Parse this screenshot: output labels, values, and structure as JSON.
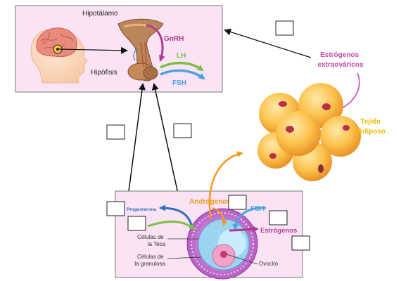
{
  "brain_panel": {
    "hypothalamus_label": "Hipotálamo",
    "pituitary_label": "Hipófisis",
    "gnrh_label": "GnRH",
    "lh_label": "LH",
    "fsh_label": "FSH"
  },
  "adipose": {
    "extraovarian_estrogens_label": "Estrógenos\nextraováricos",
    "tissue_label": "Tejido\nAdiposo"
  },
  "ovary_panel": {
    "progesterone_label": "Progesterona",
    "androgens_label": "Andrógenos",
    "fsh_label": "FSH",
    "estrogens_label": "Estrógenos",
    "theca_cells_label": "Células de\nla Teca",
    "granulosa_cells_label": "Células de\nla granulosa",
    "oocyte_label": "Ovocito"
  },
  "colors": {
    "panel_fill": "#fbe3f6",
    "gnrh": "#b23a8e",
    "lh": "#7bc043",
    "fsh": "#4aa3df",
    "androgens": "#f39a1e",
    "estrogens": "#b23a8e",
    "progesterone": "#2f6fb8",
    "adipose_label": "#f0b800",
    "extraovarian": "#c24aa8"
  }
}
